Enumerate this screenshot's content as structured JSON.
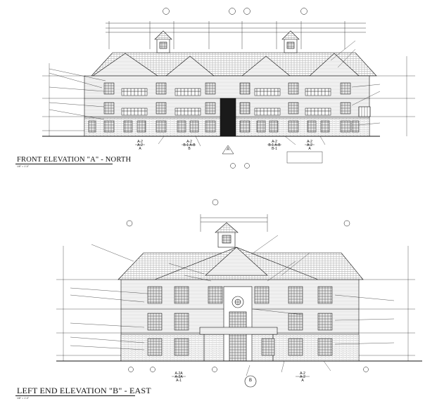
{
  "drawing": {
    "front_elevation": {
      "title": "FRONT ELEVATION \"A\" - NORTH",
      "scale": "1/8\" = 1'-0\"",
      "section_refs": [
        {
          "top": "A-2",
          "mid": "A-2",
          "bottom": "A"
        },
        {
          "top": "A-2",
          "mid": "B-1 A-B",
          "bottom": "B"
        },
        {
          "top": "A-2",
          "mid": "B-1 A-B",
          "bottom": "B-1"
        },
        {
          "top": "A-2",
          "mid": "A-2",
          "bottom": "A"
        }
      ],
      "elevation_marker": "A"
    },
    "left_end_elevation": {
      "title": "LEFT END ELEVATION \"B\" - EAST",
      "scale": "1/8\" = 1'-0\"",
      "section_refs": [
        {
          "top": "A-2A",
          "mid": "A-2A",
          "bottom": "A-1"
        },
        {
          "top": "A-2",
          "mid": "A-2",
          "bottom": "A"
        }
      ],
      "elevation_marker": "B"
    }
  }
}
